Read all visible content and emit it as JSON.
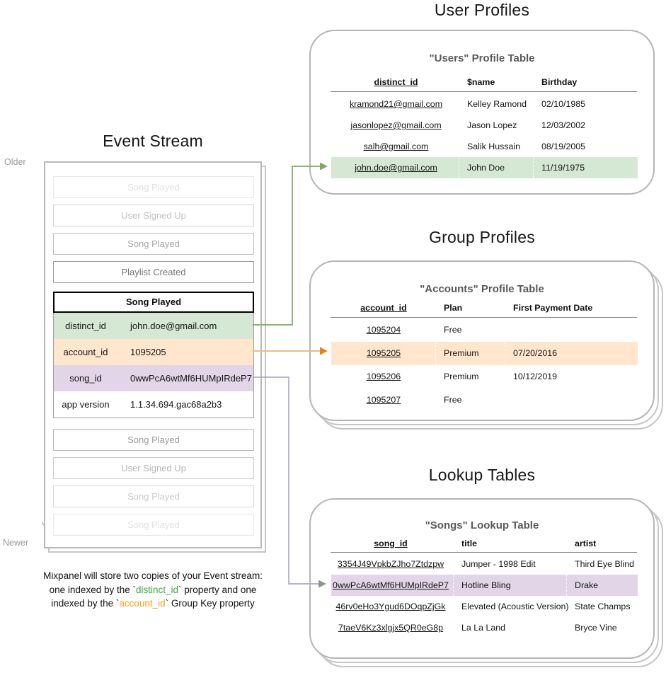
{
  "titles": {
    "event_stream": "Event Stream",
    "user_profiles": "User Profiles",
    "group_profiles": "Group Profiles",
    "lookup_tables": "Lookup Tables"
  },
  "timeline": {
    "older": "Older",
    "newer": "Newer"
  },
  "event_stream": {
    "events_before": [
      "Song Played",
      "User Signed Up",
      "Song Played",
      "Playlist Created"
    ],
    "expanded_event": {
      "title": "Song Played",
      "properties": [
        {
          "key": "distinct_id",
          "value": "john.doe@gmail.com",
          "highlight": "green"
        },
        {
          "key": "account_id",
          "value": "1095205",
          "highlight": "orange"
        },
        {
          "key": "song_id",
          "value": "0wwPcA6wtMf6HUMpIRdeP7",
          "highlight": "purple"
        },
        {
          "key": "app version",
          "value": "1.1.34.694.gac68a2b3",
          "highlight": "none"
        }
      ]
    },
    "events_after": [
      "Song Played",
      "User Signed Up",
      "Song Played",
      "Song Played"
    ]
  },
  "tables": {
    "users": {
      "title": "\"Users\" Profile Table",
      "columns": [
        "distinct_id",
        "$name",
        "Birthday"
      ],
      "rows": [
        [
          "kramond21@gmail.com",
          "Kelley Ramond",
          "02/10/1985"
        ],
        [
          "jasonlopez@gmail.com",
          "Jason Lopez",
          "12/03/2002"
        ],
        [
          "salh@gmail.com",
          "Salik Hussain",
          "08/19/2005"
        ],
        [
          "john.doe@gmail.com",
          "John Doe",
          "11/19/1975"
        ]
      ],
      "highlighted_row": 3
    },
    "accounts": {
      "title": "\"Accounts\" Profile Table",
      "columns": [
        "account_id",
        "Plan",
        "First Payment Date"
      ],
      "rows": [
        [
          "1095204",
          "Free",
          ""
        ],
        [
          "1095205",
          "Premium",
          "07/20/2016"
        ],
        [
          "1095206",
          "Premium",
          "10/12/2019"
        ],
        [
          "1095207",
          "Free",
          ""
        ]
      ],
      "highlighted_row": 1
    },
    "songs": {
      "title": "\"Songs\" Lookup Table",
      "columns": [
        "song_id",
        "title",
        "artist"
      ],
      "rows": [
        [
          "3354J49VpkbZJho7Ztdzpw",
          "Jumper - 1998 Edit",
          "Third Eye Blind"
        ],
        [
          "0wwPcA6wtMf6HUMpIRdeP7",
          "Hotline Bling",
          "Drake"
        ],
        [
          "46rv0eHo3Ygud6DOqpZjGk",
          "Elevated (Acoustic Version)",
          "State Champs"
        ],
        [
          "7taeV6Kz3xlgjx5QR0eG8p",
          "La La Land",
          "Bryce Vine"
        ]
      ],
      "highlighted_row": 1
    }
  },
  "caption": {
    "line1": "Mixpanel will store two copies of your Event stream:",
    "line2_pre": "one indexed by the `",
    "line2_key": "distinct_id",
    "line2_post": "` property and one",
    "line3_pre": "indexed by the `",
    "line3_key": "account_id",
    "line3_post": "` Group Key property"
  },
  "colors": {
    "green_highlight": "#d5e8d4",
    "orange_highlight": "#ffe6cc",
    "purple_highlight": "#e1d5e7",
    "green_connector": "#7da864",
    "orange_connector_line": "#eebd7e",
    "orange_connector_arrow": "#ee8016",
    "purple_connector_line": "#b3a9c4",
    "purple_connector_arrow": "#929292",
    "caption_green": "#39a845",
    "caption_orange": "#f5a01d"
  }
}
